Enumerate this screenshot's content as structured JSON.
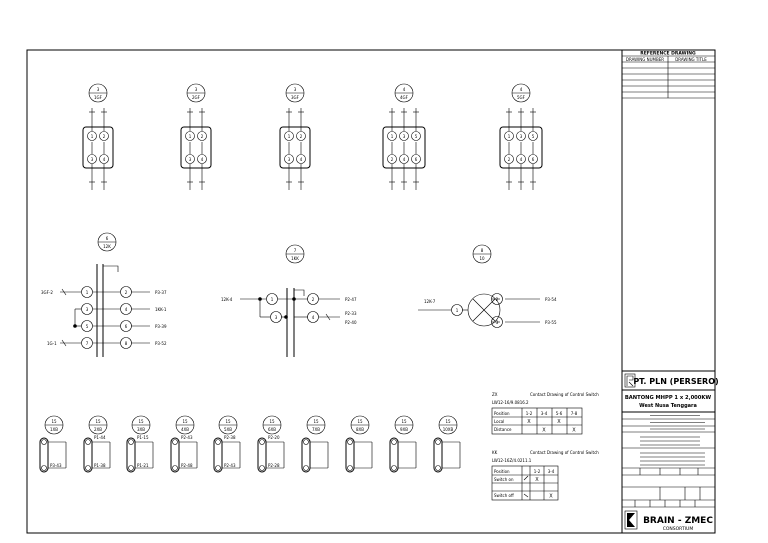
{
  "title_block": {
    "reference_header": "REFERENCE DRAWING",
    "ref_col1": "DRAWING NUMBER",
    "ref_col2": "DRAWING TITLE",
    "owner": "PT. PLN (PERSERO)",
    "project_line1": "BANTONG MHPP 1 x 2,000KW",
    "project_line2": "West Nusa Tenggara",
    "contractor": "BRAIN - ZMEC",
    "contractor_sub": "CONSORTIUM"
  },
  "top_circuits": [
    {
      "ref_top": "3",
      "ref_bottom": "1GF",
      "pins": [
        "1",
        "2",
        "3",
        "4"
      ]
    },
    {
      "ref_top": "3",
      "ref_bottom": "2GF",
      "pins": [
        "1",
        "2",
        "3",
        "4"
      ]
    },
    {
      "ref_top": "3",
      "ref_bottom": "3GF",
      "pins": [
        "1",
        "2",
        "3",
        "4"
      ]
    },
    {
      "ref_top": "4",
      "ref_bottom": "4GF",
      "pins": [
        "1",
        "3",
        "5",
        "2",
        "4",
        "6"
      ]
    },
    {
      "ref_top": "4",
      "ref_bottom": "5GF",
      "pins": [
        "1",
        "3",
        "5",
        "2",
        "4",
        "6"
      ]
    }
  ],
  "middle_circuits": {
    "c1": {
      "ref_top": "6",
      "ref_bottom": "12K",
      "left_labels": [
        "3GF-2",
        "1G-1"
      ],
      "pins_left": [
        "1",
        "3",
        "5",
        "7"
      ],
      "pins_right": [
        "2",
        "4",
        "6",
        "8"
      ],
      "right_labels": [
        "P3-37",
        "1KK-1",
        "P3-39",
        "P3-52"
      ]
    },
    "c2": {
      "ref_top": "7",
      "ref_bottom": "1KK",
      "left_label": "12K-4",
      "pins": [
        "1",
        "3",
        "2",
        "4"
      ],
      "right_labels": [
        "P2-47",
        "P2-33",
        "P2-40"
      ]
    },
    "c3": {
      "ref_top": "8",
      "ref_bottom": "10",
      "left_label": "12K-7",
      "pins": [
        "1",
        "2",
        "3"
      ],
      "right_labels": [
        "P3-54",
        "P3-55"
      ]
    }
  },
  "bottom_circuits": [
    {
      "ref_top": "15",
      "ref_bottom": "1XB",
      "top_label": "",
      "bottom_label": "P3-43"
    },
    {
      "ref_top": "15",
      "ref_bottom": "2XB",
      "top_label": "P1-44",
      "bottom_label": "P1-38"
    },
    {
      "ref_top": "15",
      "ref_bottom": "3XB",
      "top_label": "P1-15",
      "bottom_label": "P1-21"
    },
    {
      "ref_top": "15",
      "ref_bottom": "4XB",
      "top_label": "P2-43",
      "bottom_label": "P2-48"
    },
    {
      "ref_top": "15",
      "ref_bottom": "5XB",
      "top_label": "P2-38",
      "bottom_label": "P2-43"
    },
    {
      "ref_top": "15",
      "ref_bottom": "6XB",
      "top_label": "P2-20",
      "bottom_label": "P2-28"
    },
    {
      "ref_top": "15",
      "ref_bottom": "7XB",
      "top_label": "",
      "bottom_label": ""
    },
    {
      "ref_top": "15",
      "ref_bottom": "8XB",
      "top_label": "",
      "bottom_label": ""
    },
    {
      "ref_top": "15",
      "ref_bottom": "9XB",
      "top_label": "",
      "bottom_label": ""
    },
    {
      "ref_top": "15",
      "ref_bottom": "10XB",
      "top_label": "",
      "bottom_label": ""
    }
  ],
  "contact_tables": [
    {
      "id": "ZX",
      "title": "Contact Drawing of Control Switch",
      "model": "LW12-16/9.0816.2",
      "headers": [
        "Position",
        "1-2",
        "3-4",
        "5-6",
        "7-8"
      ],
      "rows": [
        {
          "label": "Local",
          "marks": [
            "X",
            "",
            "X",
            ""
          ]
        },
        {
          "label": "Distance",
          "marks": [
            "",
            "X",
            "",
            "X"
          ]
        }
      ]
    },
    {
      "id": "KK",
      "title": "Contact Drawing of Control Switch",
      "model": "LW12-16Z/4.0211.1",
      "headers": [
        "Position",
        "1-2",
        "3-4"
      ],
      "rows": [
        {
          "label": "Switch on",
          "marks": [
            "X",
            ""
          ]
        },
        {
          "label": "",
          "marks": [
            "",
            ""
          ]
        },
        {
          "label": "Switch off",
          "marks": [
            "",
            "X"
          ]
        }
      ]
    }
  ]
}
